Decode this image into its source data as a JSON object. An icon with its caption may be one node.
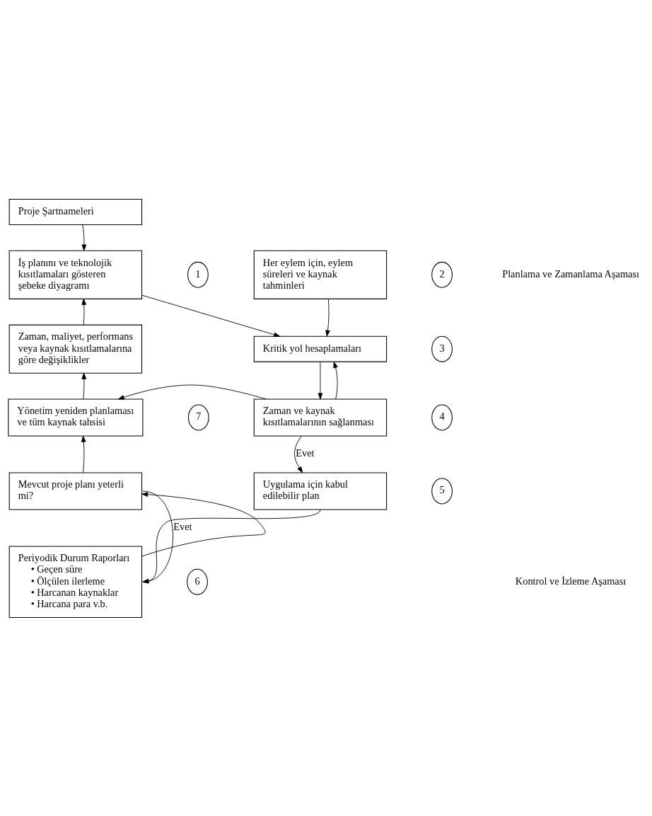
{
  "diagram": {
    "nodes": [
      {
        "text": [
          "Proje Şartnameleri"
        ]
      },
      {
        "text": [
          "İş planını ve teknolojik kısıtlamaları gösteren şebeke diyagramı"
        ]
      },
      {
        "text": [
          "Her eylem için, eylem süreleri ve kaynak tahminleri"
        ]
      },
      {
        "text": [
          "Kritik yol hesaplamaları"
        ]
      },
      {
        "text": [
          "Zaman, maliyet, performans veya kaynak kısıtlamalarına göre değişiklikler"
        ]
      },
      {
        "text": [
          "Zaman ve kaynak kısıtlamalarının sağlanması"
        ]
      },
      {
        "text": [
          "Yönetim yeniden planlaması ve tüm kaynak tahsisi"
        ]
      },
      {
        "text": [
          "Mevcut proje planı yeterli mi?"
        ]
      },
      {
        "text": [
          "Uygulama için kabul edilebilir plan"
        ]
      },
      {
        "text": [
          "Periyodik Durum Raporları",
          "• Geçen süre",
          "• Ölçülen ilerleme",
          "• Harcanan kaynaklar",
          "• Harcana para v.b."
        ]
      },
      {
        "text": [
          "1"
        ]
      },
      {
        "text": [
          "2"
        ]
      },
      {
        "text": [
          "3"
        ]
      },
      {
        "text": [
          "4"
        ]
      },
      {
        "text": [
          "5"
        ]
      },
      {
        "text": [
          "6"
        ]
      },
      {
        "text": [
          "7"
        ]
      }
    ],
    "edges": [
      {
        "from": 0,
        "to": 1,
        "arrow": "to"
      },
      {
        "from": 1,
        "to": 3,
        "arrow": "to"
      },
      {
        "from": 2,
        "to": 3,
        "arrow": "to"
      },
      {
        "from": 3,
        "to": 5,
        "arrow": "to"
      },
      {
        "from": 5,
        "to": 3,
        "arrow": "to"
      },
      {
        "from": 5,
        "to": 6,
        "arrow": "to"
      },
      {
        "from": 6,
        "to": 4,
        "arrow": "to"
      },
      {
        "from": 4,
        "to": 1,
        "arrow": "to"
      },
      {
        "from": 5,
        "to": 8,
        "label": "Evet",
        "arrow": "to"
      },
      {
        "from": 7,
        "to": 6,
        "arrow": "to"
      },
      {
        "from": 9,
        "to": 7,
        "arrow": "to"
      },
      {
        "from": 7,
        "to": 9,
        "label": "Evet",
        "arrow": "to"
      },
      {
        "from": 8,
        "to": 9,
        "arrow": "to"
      }
    ],
    "labels": [
      "Planlama ve Zamanlama Aşaması",
      "Kontrol ve İzleme Aşaması"
    ]
  }
}
